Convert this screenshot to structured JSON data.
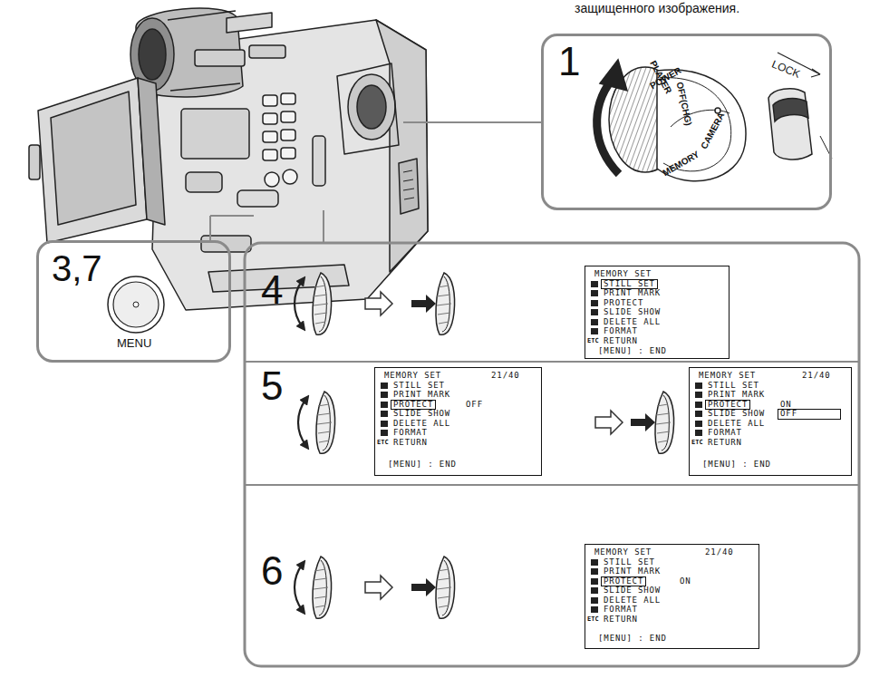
{
  "diagram": {
    "nodes": [
      {
        "text": [
          "1",
          "POWER",
          "PLAYER",
          "OFF(CHG)",
          "CAMERA",
          "MEMORY",
          "LOCK"
        ]
      },
      {
        "text": [
          "3,7",
          "MENU"
        ]
      },
      {
        "text": [
          "4"
        ]
      },
      {
        "text": [
          "MEMORY SET",
          "STILL SET",
          "PRINT MARK",
          "PROTECT",
          "SLIDE SHOW",
          "DELETE ALL",
          "FORMAT",
          "ETC",
          "RETURN",
          "[MENU] : END"
        ],
        "in": 2
      },
      {
        "text": [
          "5"
        ]
      },
      {
        "text": [
          "MEMORY SET",
          "21/40",
          "STILL SET",
          "PRINT MARK",
          "PROTECT",
          "OFF",
          "SLIDE SHOW",
          "DELETE ALL",
          "FORMAT",
          "ETC",
          "RETURN",
          "[MENU] : END"
        ],
        "in": 4
      },
      {
        "text": [
          "MEMORY SET",
          "21/40",
          "STILL SET",
          "PRINT MARK",
          "PROTECT",
          "ON",
          "SLIDE SHOW",
          "OFF",
          "DELETE ALL",
          "FORMAT",
          "ETC",
          "RETURN",
          "[MENU] : END"
        ],
        "in": 4
      },
      {
        "text": [
          "6"
        ]
      },
      {
        "text": [
          "MEMORY SET",
          "21/40",
          "STILL SET",
          "PRINT MARK",
          "PROTECT",
          "ON",
          "SLIDE SHOW",
          "DELETE ALL",
          "FORMAT",
          "ETC",
          "RETURN",
          "[MENU] : END"
        ],
        "in": 7
      }
    ],
    "labels": [
      "защищенного изображения."
    ]
  }
}
